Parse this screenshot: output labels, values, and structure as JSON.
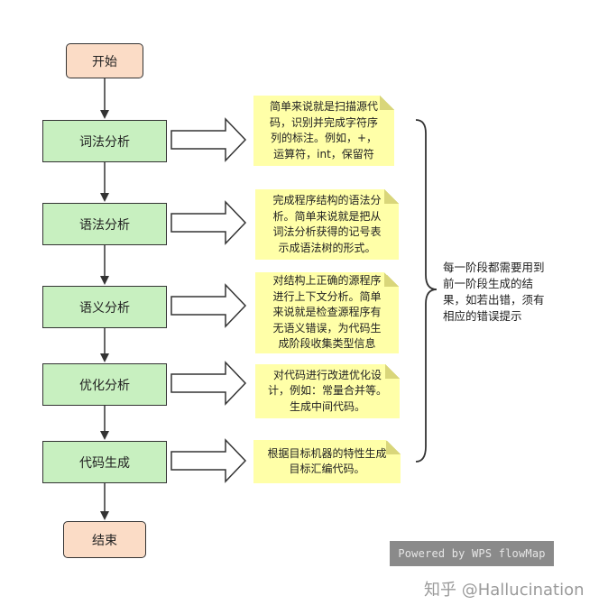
{
  "nodes": {
    "start": "开始",
    "lexical": "词法分析",
    "syntax": "语法分析",
    "semantic": "语义分析",
    "optimize": "优化分析",
    "codegen": "代码生成",
    "end": "结束"
  },
  "notes": {
    "lexical": [
      "简单来说就是扫描源代",
      "码，识别并完成字符序",
      "列的标注。例如，+，",
      "运算符，int，保留符"
    ],
    "syntax": [
      "完成程序结构的语法分",
      "析。简单来说就是把从",
      "词法分析获得的记号表",
      "示成语法树的形式。"
    ],
    "semantic": [
      "对结构上正确的源程序",
      "进行上下文分析。简单",
      "来说就是检查源程序有",
      "无语义错误，为代码生",
      "成阶段收集类型信息"
    ],
    "optimize": [
      "对代码进行改进优化设",
      "计，例如：常量合并等。",
      "生成中间代码。"
    ],
    "codegen": [
      "根据目标机器的特性生成",
      "目标汇编代码。"
    ]
  },
  "side_note": [
    "每一阶段都需要用到",
    "前一阶段生成的结",
    "果，如若出错，须有",
    "相应的错误提示"
  ],
  "watermark": "Powered by WPS flowMap",
  "credit": "知乎 @Hallucination",
  "colors": {
    "terminal": "#fbdcc6",
    "process": "#c8f0c0",
    "note": "#ffffa8"
  }
}
